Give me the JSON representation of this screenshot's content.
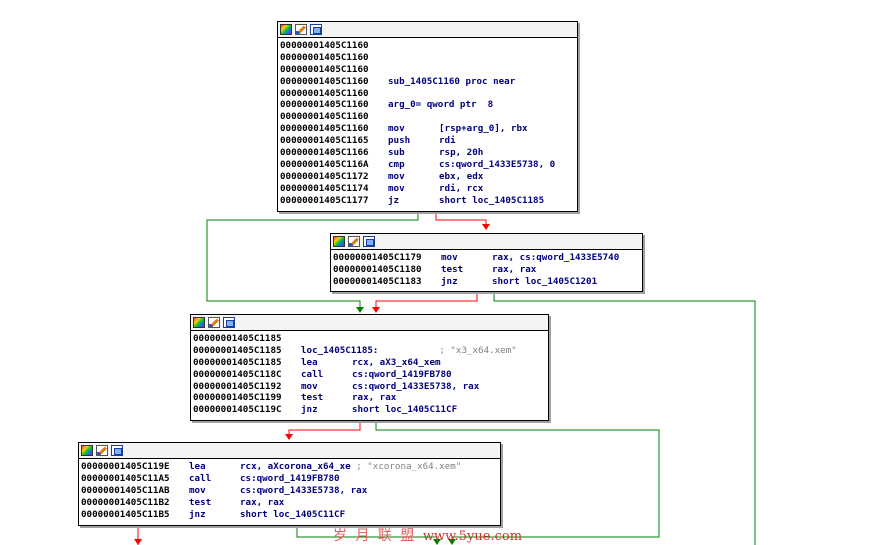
{
  "colors": {
    "edge_true": "#008000",
    "edge_false": "#ff0000",
    "edge_uncond": "#0000ff",
    "mnemonic": "#000080",
    "immediate": "#008000",
    "comment": "#808080"
  },
  "icons": [
    "color-palette-icon",
    "pencil-icon",
    "graph-icon"
  ],
  "blocks": [
    {
      "id": "block-1405C1160",
      "lines": [
        {
          "addr": "00000001405C1160",
          "mn": "",
          "op": ""
        },
        {
          "addr": "00000001405C1160",
          "mn": "",
          "op": ""
        },
        {
          "addr": "00000001405C1160",
          "mn": "",
          "op": ""
        },
        {
          "addr": "00000001405C1160",
          "mn": "",
          "op": "sub_1405C1160 proc near"
        },
        {
          "addr": "00000001405C1160",
          "mn": "",
          "op": ""
        },
        {
          "addr": "00000001405C1160",
          "mn": "",
          "op": "arg_0= qword ptr  8"
        },
        {
          "addr": "00000001405C1160",
          "mn": "",
          "op": ""
        },
        {
          "addr": "00000001405C1160",
          "mn": "mov",
          "op": "[rsp+arg_0], rbx"
        },
        {
          "addr": "00000001405C1165",
          "mn": "push",
          "op": "rdi"
        },
        {
          "addr": "00000001405C1166",
          "mn": "sub",
          "op": "rsp, 20h"
        },
        {
          "addr": "00000001405C116A",
          "mn": "cmp",
          "op": "cs:qword_1433E5738, 0"
        },
        {
          "addr": "00000001405C1172",
          "mn": "mov",
          "op": "ebx, edx"
        },
        {
          "addr": "00000001405C1174",
          "mn": "mov",
          "op": "rdi, rcx"
        },
        {
          "addr": "00000001405C1177",
          "mn": "jz",
          "op": "short loc_1405C1185"
        }
      ]
    },
    {
      "id": "block-1405C1179",
      "lines": [
        {
          "addr": "00000001405C1179",
          "mn": "mov",
          "op": "rax, cs:qword_1433E5740"
        },
        {
          "addr": "00000001405C1180",
          "mn": "test",
          "op": "rax, rax"
        },
        {
          "addr": "00000001405C1183",
          "mn": "jnz",
          "op": "short loc_1405C1201"
        }
      ]
    },
    {
      "id": "block-1405C1185",
      "lines": [
        {
          "addr": "00000001405C1185",
          "mn": "",
          "op": ""
        },
        {
          "addr": "00000001405C1185",
          "mn": "",
          "op": "loc_1405C1185:",
          "cmt": "; \"x3_x64.xem\""
        },
        {
          "addr": "00000001405C1185",
          "mn": "lea",
          "op": "rcx, aX3_x64_xem"
        },
        {
          "addr": "00000001405C118C",
          "mn": "call",
          "op": "cs:qword_1419FB780"
        },
        {
          "addr": "00000001405C1192",
          "mn": "mov",
          "op": "cs:qword_1433E5738, rax"
        },
        {
          "addr": "00000001405C1199",
          "mn": "test",
          "op": "rax, rax"
        },
        {
          "addr": "00000001405C119C",
          "mn": "jnz",
          "op": "short loc_1405C11CF"
        }
      ]
    },
    {
      "id": "block-1405C119E",
      "lines": [
        {
          "addr": "00000001405C119E",
          "mn": "lea",
          "op": "rcx, aXcorona_x64_xe",
          "cmt": "; \"xcorona_x64.xem\""
        },
        {
          "addr": "00000001405C11A5",
          "mn": "call",
          "op": "cs:qword_1419FB780"
        },
        {
          "addr": "00000001405C11AB",
          "mn": "mov",
          "op": "cs:qword_1433E5738, rax"
        },
        {
          "addr": "00000001405C11B2",
          "mn": "test",
          "op": "rax, rax"
        },
        {
          "addr": "00000001405C11B5",
          "mn": "jnz",
          "op": "short loc_1405C11CF"
        }
      ]
    }
  ],
  "watermark": {
    "text": "岁 月 联 盟",
    "url": "www.5yue.com"
  }
}
